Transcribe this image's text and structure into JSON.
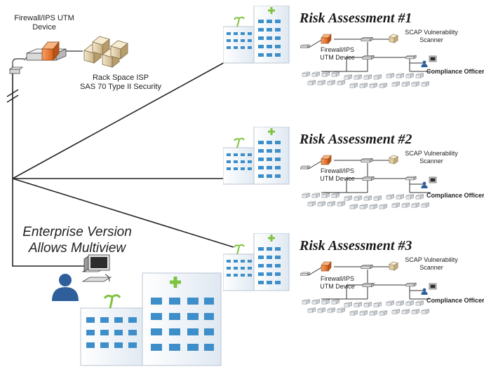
{
  "hq": {
    "firewall_label_line1": "Firewall/IPS UTM",
    "firewall_label_line2": "Device",
    "isp_label_line1": "Rack Space ISP",
    "isp_label_line2": "SAS 70 Type II Security"
  },
  "enterprise": {
    "line1": "Enterprise Version",
    "line2": "Allows Multiview"
  },
  "sites": [
    {
      "title": "Risk Assessment #1",
      "firewall_line1": "Firewall/IPS",
      "firewall_line2": "UTM Device",
      "scap_line1": "SCAP Vulnerability",
      "scap_line2": "Scanner",
      "officer": "Compliance Officer"
    },
    {
      "title": "Risk Assessment #2",
      "firewall_line1": "Firewall/IPS",
      "firewall_line2": "UTM Device",
      "scap_line1": "SCAP Vulnerability",
      "scap_line2": "Scanner",
      "officer": "Compliance Officer"
    },
    {
      "title": "Risk Assessment #3",
      "firewall_line1": "Firewall/IPS",
      "firewall_line2": "UTM Device",
      "scap_line1": "SCAP Vulnerability",
      "scap_line2": "Scanner",
      "officer": "Compliance Officer"
    }
  ],
  "colors": {
    "firewall": "#e8742a",
    "building": "#eef4fa",
    "window": "#3d8ec9",
    "cross": "#7fc241",
    "person": "#2f5f9a"
  }
}
